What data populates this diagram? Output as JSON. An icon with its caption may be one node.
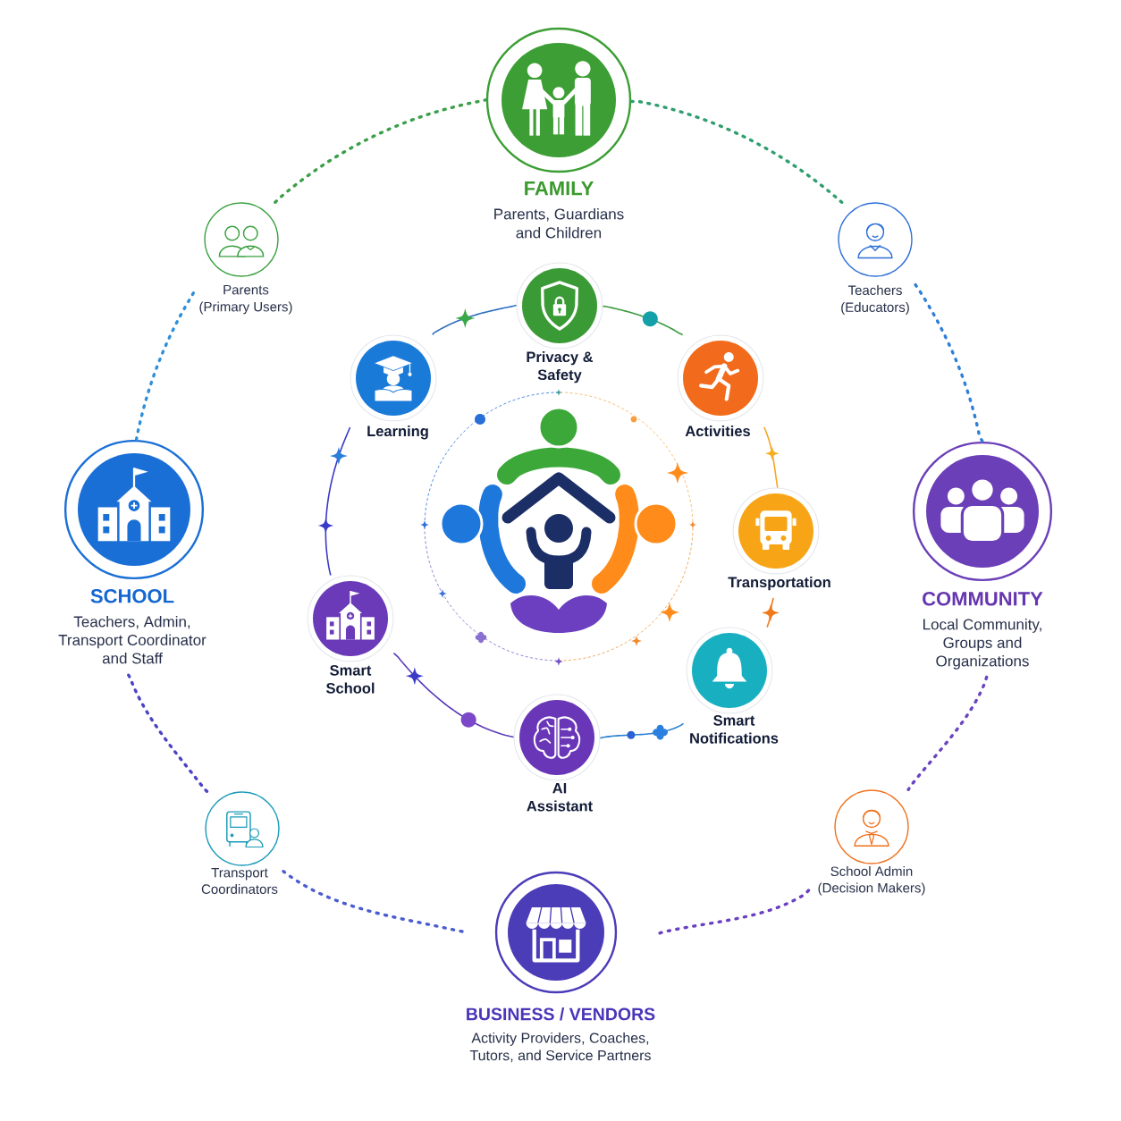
{
  "diagram": {
    "nodes": [
      {
        "text": [
          "FAMILY",
          "Parents, Guardians and Children"
        ]
      },
      {
        "text": [
          "Parents (Primary Users)"
        ]
      },
      {
        "text": [
          "Teachers (Educators)"
        ]
      },
      {
        "text": [
          "Privacy & Safety"
        ]
      },
      {
        "text": [
          "Learning"
        ]
      },
      {
        "text": [
          "Activities"
        ]
      },
      {
        "text": [
          "SCHOOL",
          "Teachers, Admin, Transport Coordinator and Staff"
        ]
      },
      {
        "text": [
          "Transportation"
        ]
      },
      {
        "text": [
          "COMMUNITY",
          "Local Community, Groups and Organizations"
        ]
      },
      {
        "text": [
          "Smart School"
        ]
      },
      {
        "text": [
          "Smart Notifications"
        ]
      },
      {
        "text": [
          "AI Assistant"
        ]
      },
      {
        "text": [
          "Transport Coordinators"
        ]
      },
      {
        "text": [
          "School Admin (Decision Makers)"
        ]
      },
      {
        "text": [
          "BUSINESS / VENDORS",
          "Activity Providers, Coaches, Tutors, and Service Partners"
        ]
      }
    ],
    "edges": [
      {
        "from": 0,
        "to": 2,
        "arrow": "none",
        "style": "dashed",
        "color": "#2f9e6e"
      },
      {
        "from": 2,
        "to": 8,
        "arrow": "none",
        "style": "dashed",
        "color": "#2f7fd8"
      },
      {
        "from": 8,
        "to": 13,
        "arrow": "none",
        "style": "dashed",
        "color": "#6a45c0"
      },
      {
        "from": 13,
        "to": 14,
        "arrow": "none",
        "style": "dashed",
        "color": "#6a40c0"
      },
      {
        "from": 14,
        "to": 12,
        "arrow": "none",
        "style": "dashed",
        "color": "#4a5cd0"
      },
      {
        "from": 12,
        "to": 6,
        "arrow": "none",
        "style": "dashed",
        "color": "#4a44c4"
      },
      {
        "from": 6,
        "to": 1,
        "arrow": "none",
        "style": "dashed",
        "color": "#2f8fd8"
      },
      {
        "from": 1,
        "to": 0,
        "arrow": "none",
        "style": "dashed",
        "color": "#3aa048"
      },
      {
        "from": 3,
        "to": 5,
        "arrow": "none",
        "color": "#3a9a40"
      },
      {
        "from": 5,
        "to": 7,
        "arrow": "none",
        "color": "#f5a623"
      },
      {
        "from": 7,
        "to": 10,
        "arrow": "none",
        "color": "#f07a1a"
      },
      {
        "from": 10,
        "to": 11,
        "arrow": "none",
        "color": "#2a7fd0"
      },
      {
        "from": 11,
        "to": 9,
        "arrow": "none",
        "color": "#5a3ab8"
      },
      {
        "from": 9,
        "to": 4,
        "arrow": "none",
        "color": "#3a3ac8"
      },
      {
        "from": 4,
        "to": 3,
        "arrow": "none",
        "color": "#2f6fc0"
      }
    ]
  }
}
